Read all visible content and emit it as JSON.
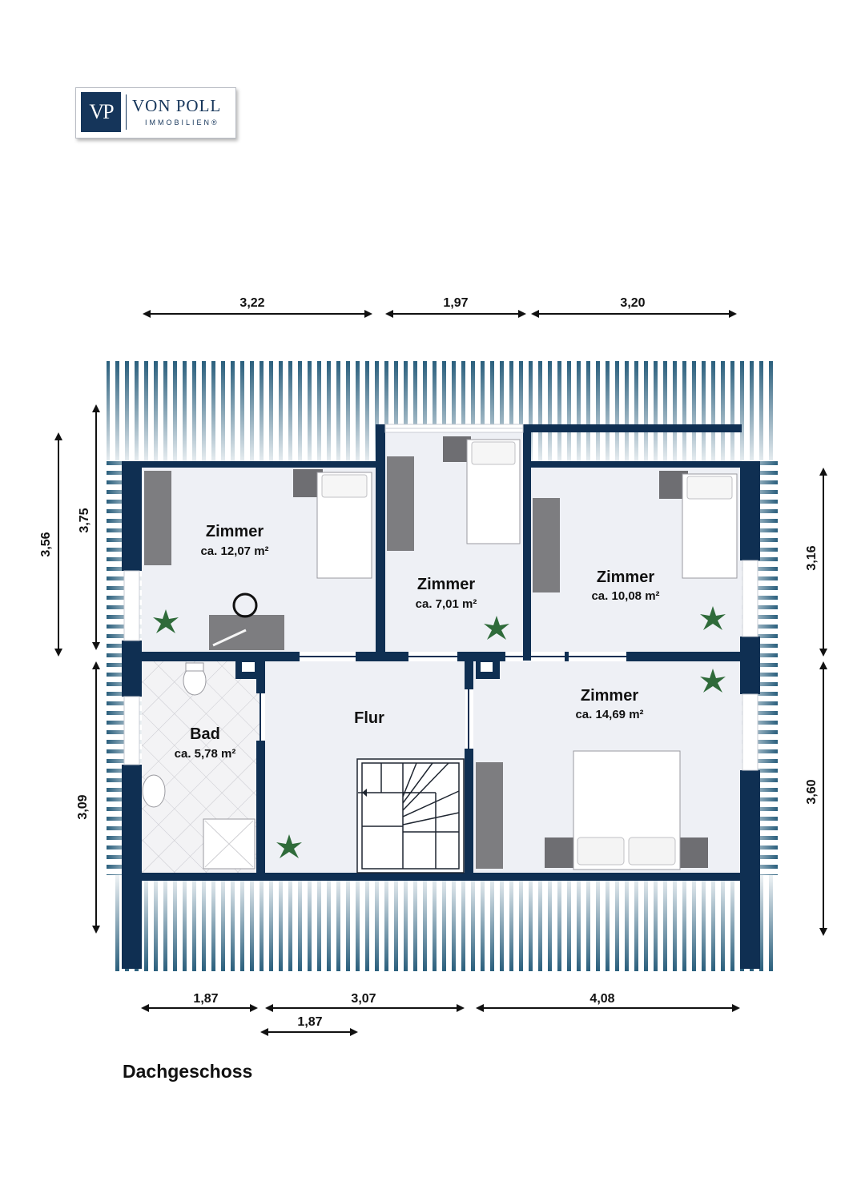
{
  "logo": {
    "mark": "VP",
    "name": "VON POLL",
    "sub": "IMMOBILIEN®"
  },
  "floor_name": "Dachgeschoss",
  "rooms": [
    {
      "id": "zimmer-1",
      "name": "Zimmer",
      "area": "ca. 12,07 m²"
    },
    {
      "id": "zimmer-2",
      "name": "Zimmer",
      "area": "ca. 7,01 m²"
    },
    {
      "id": "zimmer-3",
      "name": "Zimmer",
      "area": "ca. 10,08 m²"
    },
    {
      "id": "zimmer-4",
      "name": "Zimmer",
      "area": "ca. 14,69 m²"
    },
    {
      "id": "bad",
      "name": "Bad",
      "area": "ca. 5,78 m²"
    },
    {
      "id": "flur",
      "name": "Flur",
      "area": ""
    }
  ],
  "dimensions": {
    "top": [
      "3,22",
      "1,97",
      "3,20"
    ],
    "bottom": [
      "1,87",
      "3,07",
      "4,08"
    ],
    "bottom_extra": "1,87",
    "left_outer": "3,56",
    "left_upper": "3,75",
    "left_lower": "3,09",
    "right_upper": "3,16",
    "right_lower": "3,60"
  },
  "colors": {
    "wall": "#0f2f52",
    "floor": "#eef0f5",
    "roof_stripe": "#2a5f7d",
    "tile_floor": "#f1f1f3",
    "furniture": "#7d7d80"
  }
}
